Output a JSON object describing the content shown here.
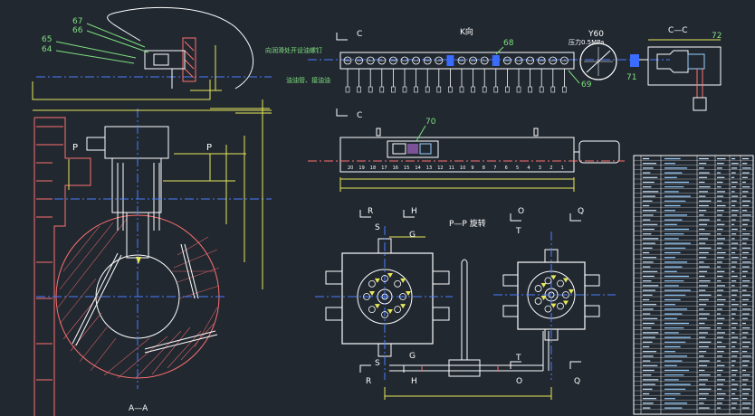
{
  "colors": {
    "background": "#212830",
    "outline": "#ffffff",
    "dimension": "#e8e85a",
    "section": "#ff7070",
    "center": "#4a7cff",
    "leader": "#7fe07f",
    "fitting": "#9ad0ff",
    "label": "#ffffff"
  },
  "labels": {
    "part67": "67",
    "part66": "66",
    "part65": "65",
    "part64": "64",
    "sectionAA": "A—A",
    "p_left": "P",
    "p_right": "P",
    "c_top": "C",
    "c_bottom": "C",
    "k_view": "K向",
    "part68": "68",
    "y60": "Y60",
    "pressure": "压力0.5MPa",
    "part69": "69",
    "cc": "C—C",
    "part72": "72",
    "part71": "71",
    "note1": "向润滑处开设油螺钉",
    "note2": "油油管、接油油",
    "part70": "70",
    "pp_view": "P—P 旋转",
    "r_top": "R",
    "h_top": "H",
    "s_top": "S",
    "g_top": "G",
    "o_top": "O",
    "q_top": "Q",
    "t_top": "T",
    "s_bot": "S",
    "g_bot": "G",
    "r_bot": "R",
    "h_bot": "H",
    "t_bot": "T",
    "o_bot": "O",
    "q_bot": "Q"
  },
  "rail_numbers": [
    "20",
    "19",
    "18",
    "17",
    "16",
    "15",
    "14",
    "13",
    "12",
    "11",
    "10",
    "9",
    "8",
    "7",
    "6",
    "5",
    "4",
    "3",
    "2",
    "1"
  ]
}
